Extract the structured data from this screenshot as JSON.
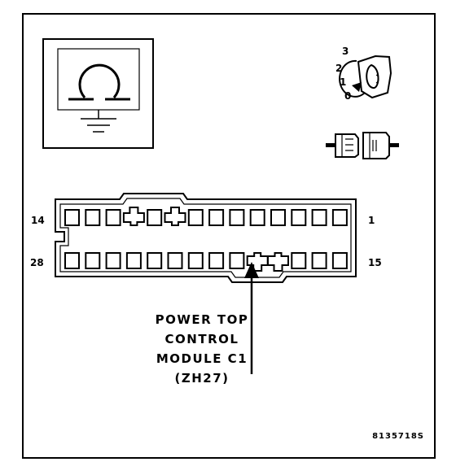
{
  "meter_symbol": "ohm-symbol",
  "ignition": {
    "icon": "ignition-key-icon",
    "positions": [
      "3",
      "2",
      "1",
      "0"
    ]
  },
  "connector_icon": "unplugged-connector-icon",
  "connector": {
    "pin_labels": {
      "top_left": "14",
      "top_right": "1",
      "bottom_left": "28",
      "bottom_right": "15"
    },
    "top_row_cavities": 14,
    "bottom_row_cavities": 14
  },
  "callout": {
    "lines": [
      "POWER TOP",
      "CONTROL",
      "MODULE C1",
      "(ZH27)"
    ]
  },
  "figure_ref": "8135718S"
}
